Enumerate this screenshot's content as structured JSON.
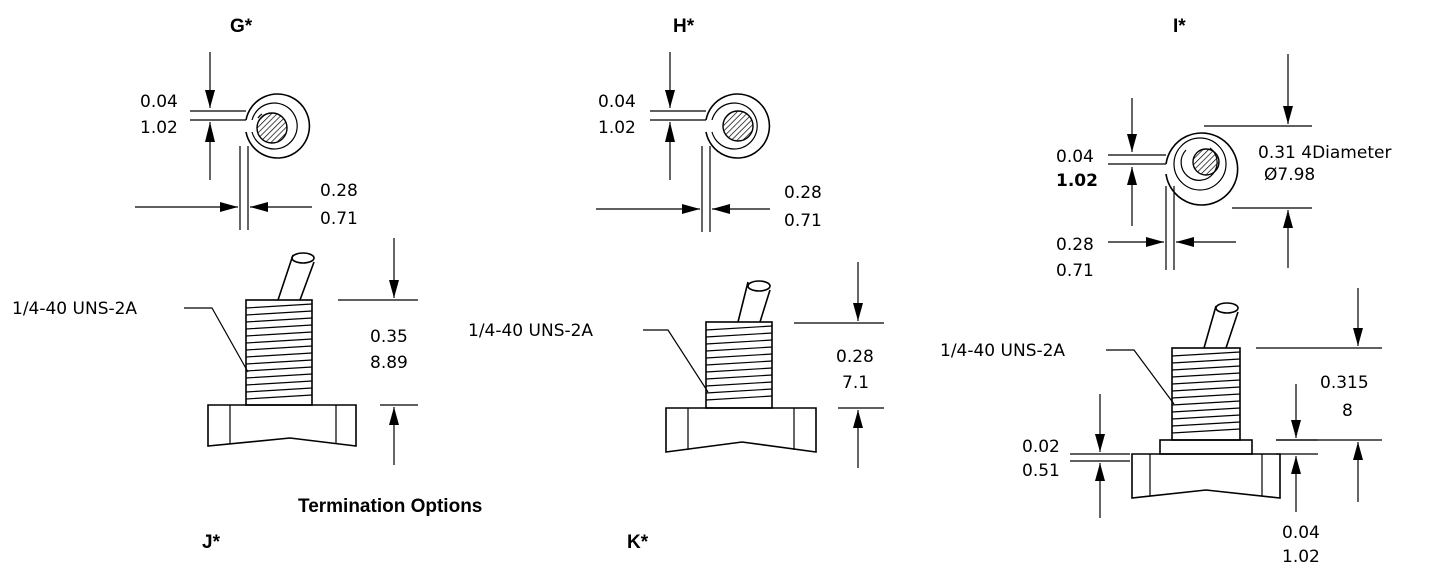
{
  "headers": {
    "g": "G*",
    "h": "H*",
    "i": "I*",
    "j": "J*",
    "k": "K*",
    "section_title": "Termination Options"
  },
  "g": {
    "slot_in": "0.04",
    "slot_mm": "1.02",
    "wall_in": "0.28",
    "wall_mm": "0.71",
    "thread": "1/4-40 UNS-2A",
    "height_in": "0.35",
    "height_mm": "8.89"
  },
  "h": {
    "slot_in": "0.04",
    "slot_mm": "1.02",
    "wall_in": "0.28",
    "wall_mm": "0.71",
    "thread": "1/4-40 UNS-2A",
    "height_in": "0.28",
    "height_mm": "7.1"
  },
  "i": {
    "slot_in": "0.04",
    "slot_mm": "1.02",
    "diameter_in": "0.31 4Diameter",
    "diameter_mm": "Ø7.98",
    "wall_in": "0.28",
    "wall_mm": "0.71",
    "thread": "1/4-40 UNS-2A",
    "height_in": "0.315",
    "height_mm": "8",
    "collar_in": "0.02",
    "collar_mm": "0.51",
    "base_in": "0.04",
    "base_mm": "1.02"
  }
}
